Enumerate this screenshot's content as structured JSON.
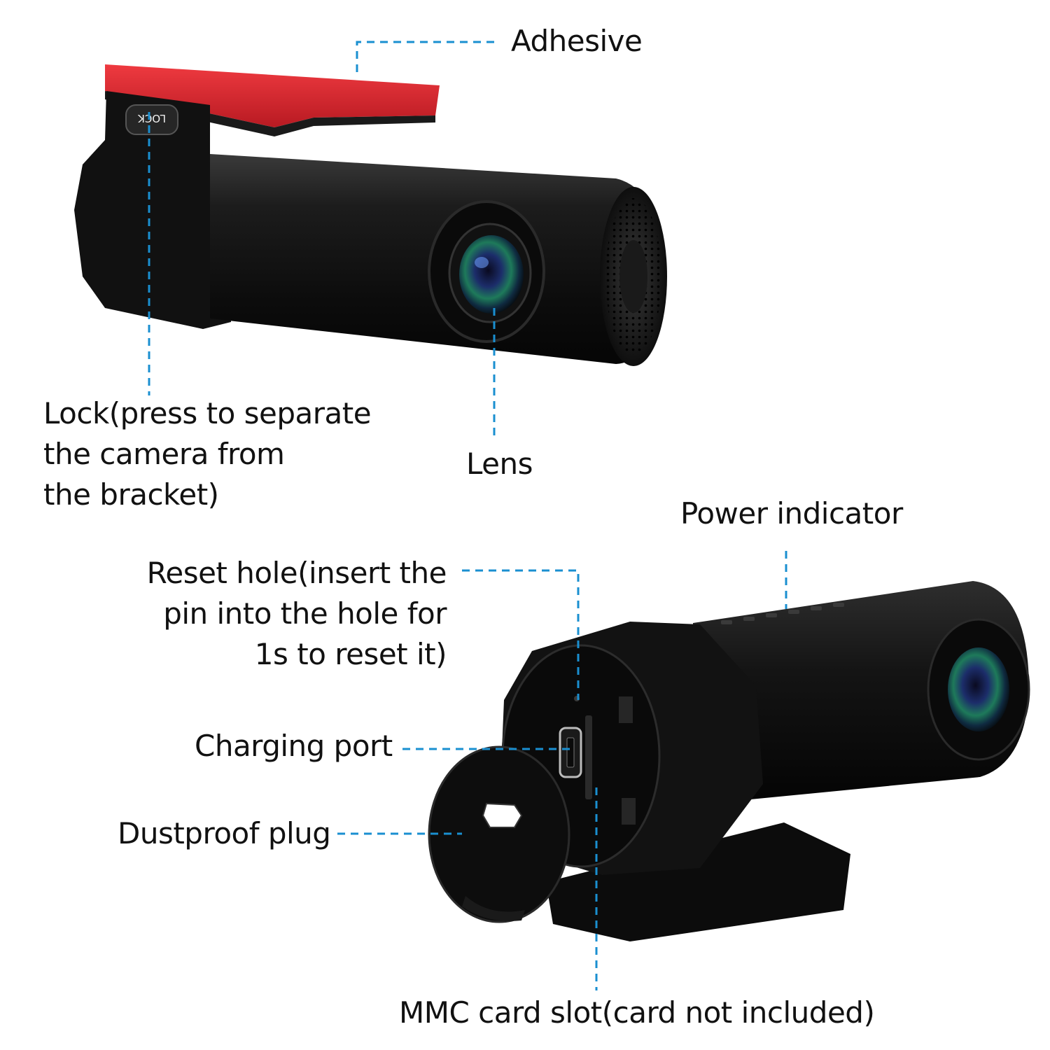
{
  "labels": {
    "adhesive": "Adhesive",
    "lock": [
      "Lock(press to separate",
      "the camera from",
      "the bracket)"
    ],
    "lens": "Lens",
    "power_indicator": "Power indicator",
    "reset_hole": [
      "Reset hole(insert the",
      "pin into the hole for",
      "1s to reset it)"
    ],
    "charging_port": "Charging port",
    "dustproof_plug": "Dustproof plug",
    "mmc_slot": "MMC card slot(card not included)"
  },
  "product_marking": {
    "lock_button": "LOCK"
  },
  "colors": {
    "leader_line": "#1a8fd0",
    "adhesive_pad": "#d8262d",
    "camera_body": "#141414",
    "label_text": "#111111"
  },
  "icons": {
    "top_view": "dash-cam-with-adhesive-mount",
    "bottom_view": "dash-cam-rear-with-ports"
  }
}
